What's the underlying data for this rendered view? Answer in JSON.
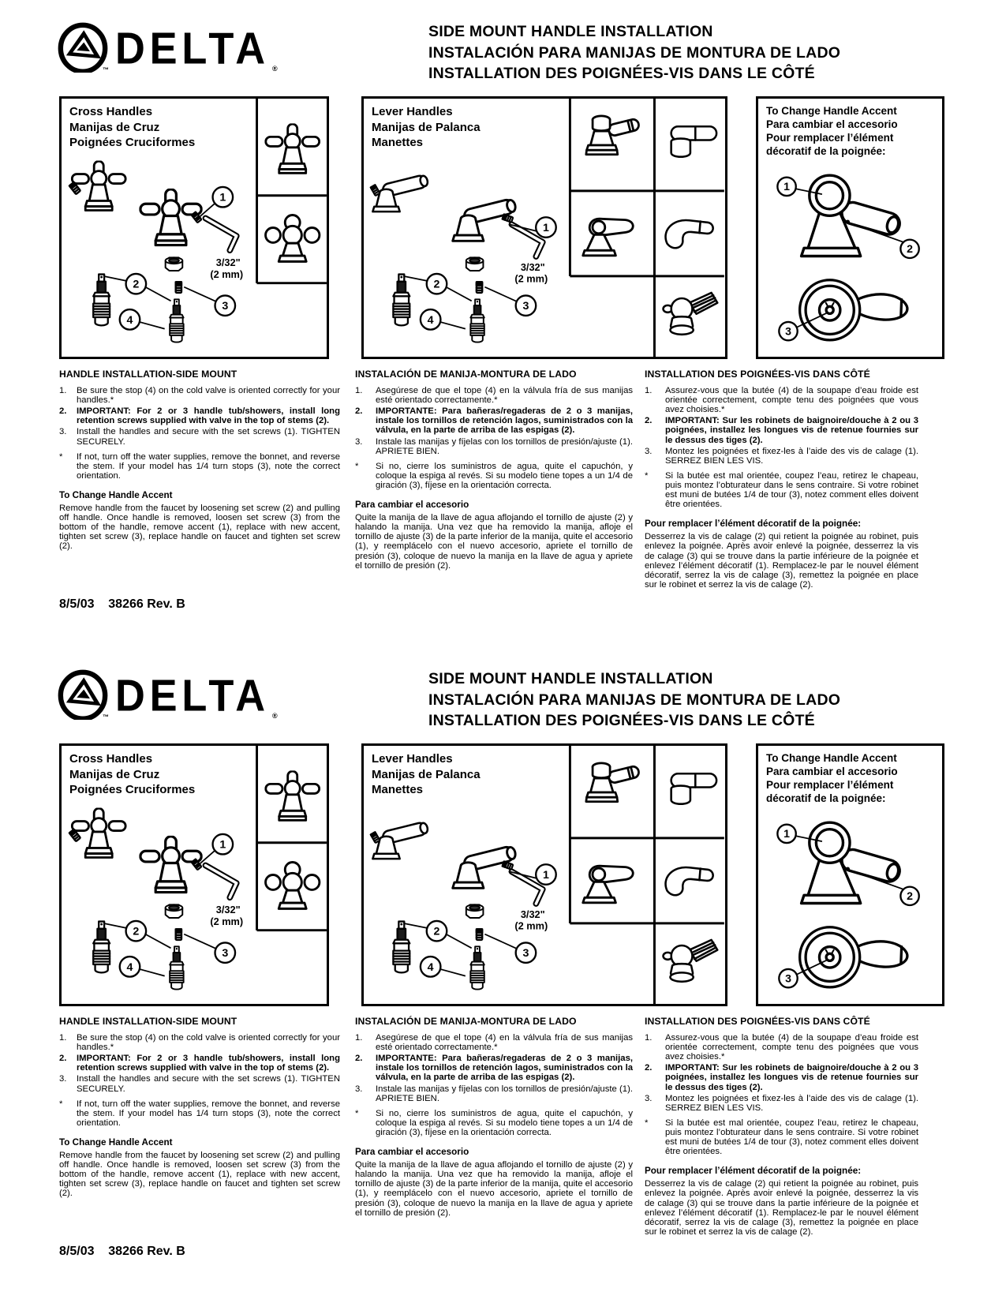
{
  "colors": {
    "ink": "#000000",
    "paper": "#ffffff"
  },
  "masthead": {
    "brand": "DELTA",
    "brand_tm": "™",
    "brand_reg": "®",
    "title_lines": [
      "SIDE MOUNT HANDLE INSTALLATION",
      "INSTALACIÓN PARA MANIJAS DE MONTURA DE LADO",
      "INSTALLATION DES POIGNÉES-VIS DANS LE CÔTÉ"
    ]
  },
  "callouts": {
    "c1": "1",
    "c2": "2",
    "c3": "3",
    "c4": "4"
  },
  "wrench": {
    "inches": "3/32\"",
    "mm": "(2 mm)"
  },
  "boxes": {
    "cross": {
      "titles": [
        "Cross Handles",
        "Manijas de Cruz",
        "Poignées Cruciformes"
      ]
    },
    "lever": {
      "titles": [
        "Lever Handles",
        "Manijas de Palanca",
        "Manettes"
      ]
    },
    "accent": {
      "titles": [
        "To Change Handle Accent",
        "Para cambiar el accesorio",
        "Pour remplacer l’élément",
        "décoratif de la poignée:"
      ]
    }
  },
  "columns": {
    "en": {
      "heading": "HANDLE INSTALLATION-SIDE MOUNT",
      "items": [
        {
          "marker": "1.",
          "text": "Be sure the stop (4) on the cold valve is oriented correctly for your handles.*"
        },
        {
          "marker": "2.",
          "text": "IMPORTANT: For 2 or 3 handle tub/showers, install long retention screws supplied with valve in the top of stems (2)."
        },
        {
          "marker": "3.",
          "text": "Install the handles and secure with the set screws (1). TIGHTEN SECURELY."
        },
        {
          "marker": "*",
          "text": "If not, turn off the water supplies, remove the bonnet, and reverse the stem.  If your model has 1/4 turn stops (3), note the correct orientation."
        }
      ],
      "accent_heading": "To Change Handle Accent",
      "accent_body": "Remove handle from the faucet by loosening set screw (2) and pulling off handle. Once handle is removed, loosen set screw (3) from the bottom of the handle, remove accent (1), replace with new accent, tighten set screw (3), replace handle on faucet and tighten set screw (2)."
    },
    "es": {
      "heading": "INSTALACIÓN DE MANIJA-MONTURA DE LADO",
      "items": [
        {
          "marker": "1.",
          "text": "Asegúrese de que el tope (4) en la válvula fría de sus manijas esté orientado correctamente.*"
        },
        {
          "marker": "2.",
          "text": "IMPORTANTE: Para bañeras/regaderas de 2 o 3 manijas, instale los tornillos de retención lagos, suministrados con la válvula, en la parte de arriba de las espigas (2)."
        },
        {
          "marker": "3.",
          "text": "Instale las manijas y fíjelas con los tornillos de presión/ajuste (1).  APRIETE BIEN."
        },
        {
          "marker": "*",
          "text": "Si no, cierre los suministros de agua, quite el capuchón, y coloque la espiga al revés.  Si su modelo tiene topes a un 1/4 de giración (3), fíjese en la orientación correcta."
        }
      ],
      "accent_heading": "Para cambiar el accesorio",
      "accent_body": "Quite la manija de la llave de agua aflojando el tornillo de ajuste (2) y halando la manija.  Una vez que ha removido la manija, afloje el tornillo de ajuste (3) de la parte inferior de la manija, quite el accesorio (1), y reemplácelo con el nuevo accesorio, apriete el tornillo de presión (3), coloque de nuevo la manija en la llave de agua y apriete el tornillo de presión (2)."
    },
    "fr": {
      "heading": "INSTALLATION DES POIGNÉES-VIS DANS CÔTÉ",
      "items": [
        {
          "marker": "1.",
          "text": "Assurez-vous que la butée (4) de la soupape d’eau froide est orientée correctement, compte tenu des poignées que vous avez choisies.*"
        },
        {
          "marker": "2.",
          "text": "IMPORTANT: Sur les robinets de baignoire/douche à 2 ou 3 poignées, installez les longues vis de retenue fournies sur le dessus des tiges (2)."
        },
        {
          "marker": "3.",
          "text": "Montez les poignées et fixez-les à l’aide des vis de calage (1). SERREZ BIEN LES VIS."
        },
        {
          "marker": "*",
          "text": "Si la butée est mal orientée, coupez l’eau, retirez le chapeau, puis montez l’obturateur dans le sens contraire.  Si votre robinet est muni de butées 1/4 de tour (3), notez comment elles doivent être orientées."
        }
      ],
      "accent_heading": "Pour remplacer l’élément décoratif de la poignée:",
      "accent_body": "Desserrez la vis de calage (2) qui retient la poignée au robinet, puis enlevez la poignée. Après avoir enlevé la poignée, desserrez la vis de calage (3) qui se trouve dans la partie inférieure de la poignée et enlevez l’élément décoratif (1). Remplacez-le par le nouvel élément décoratif, serrez la vis de calage (3), remettez la poignée en place sur le robinet et serrez la vis de calage (2)."
    }
  },
  "footer": {
    "text": "8/5/03    38266 Rev. B"
  }
}
